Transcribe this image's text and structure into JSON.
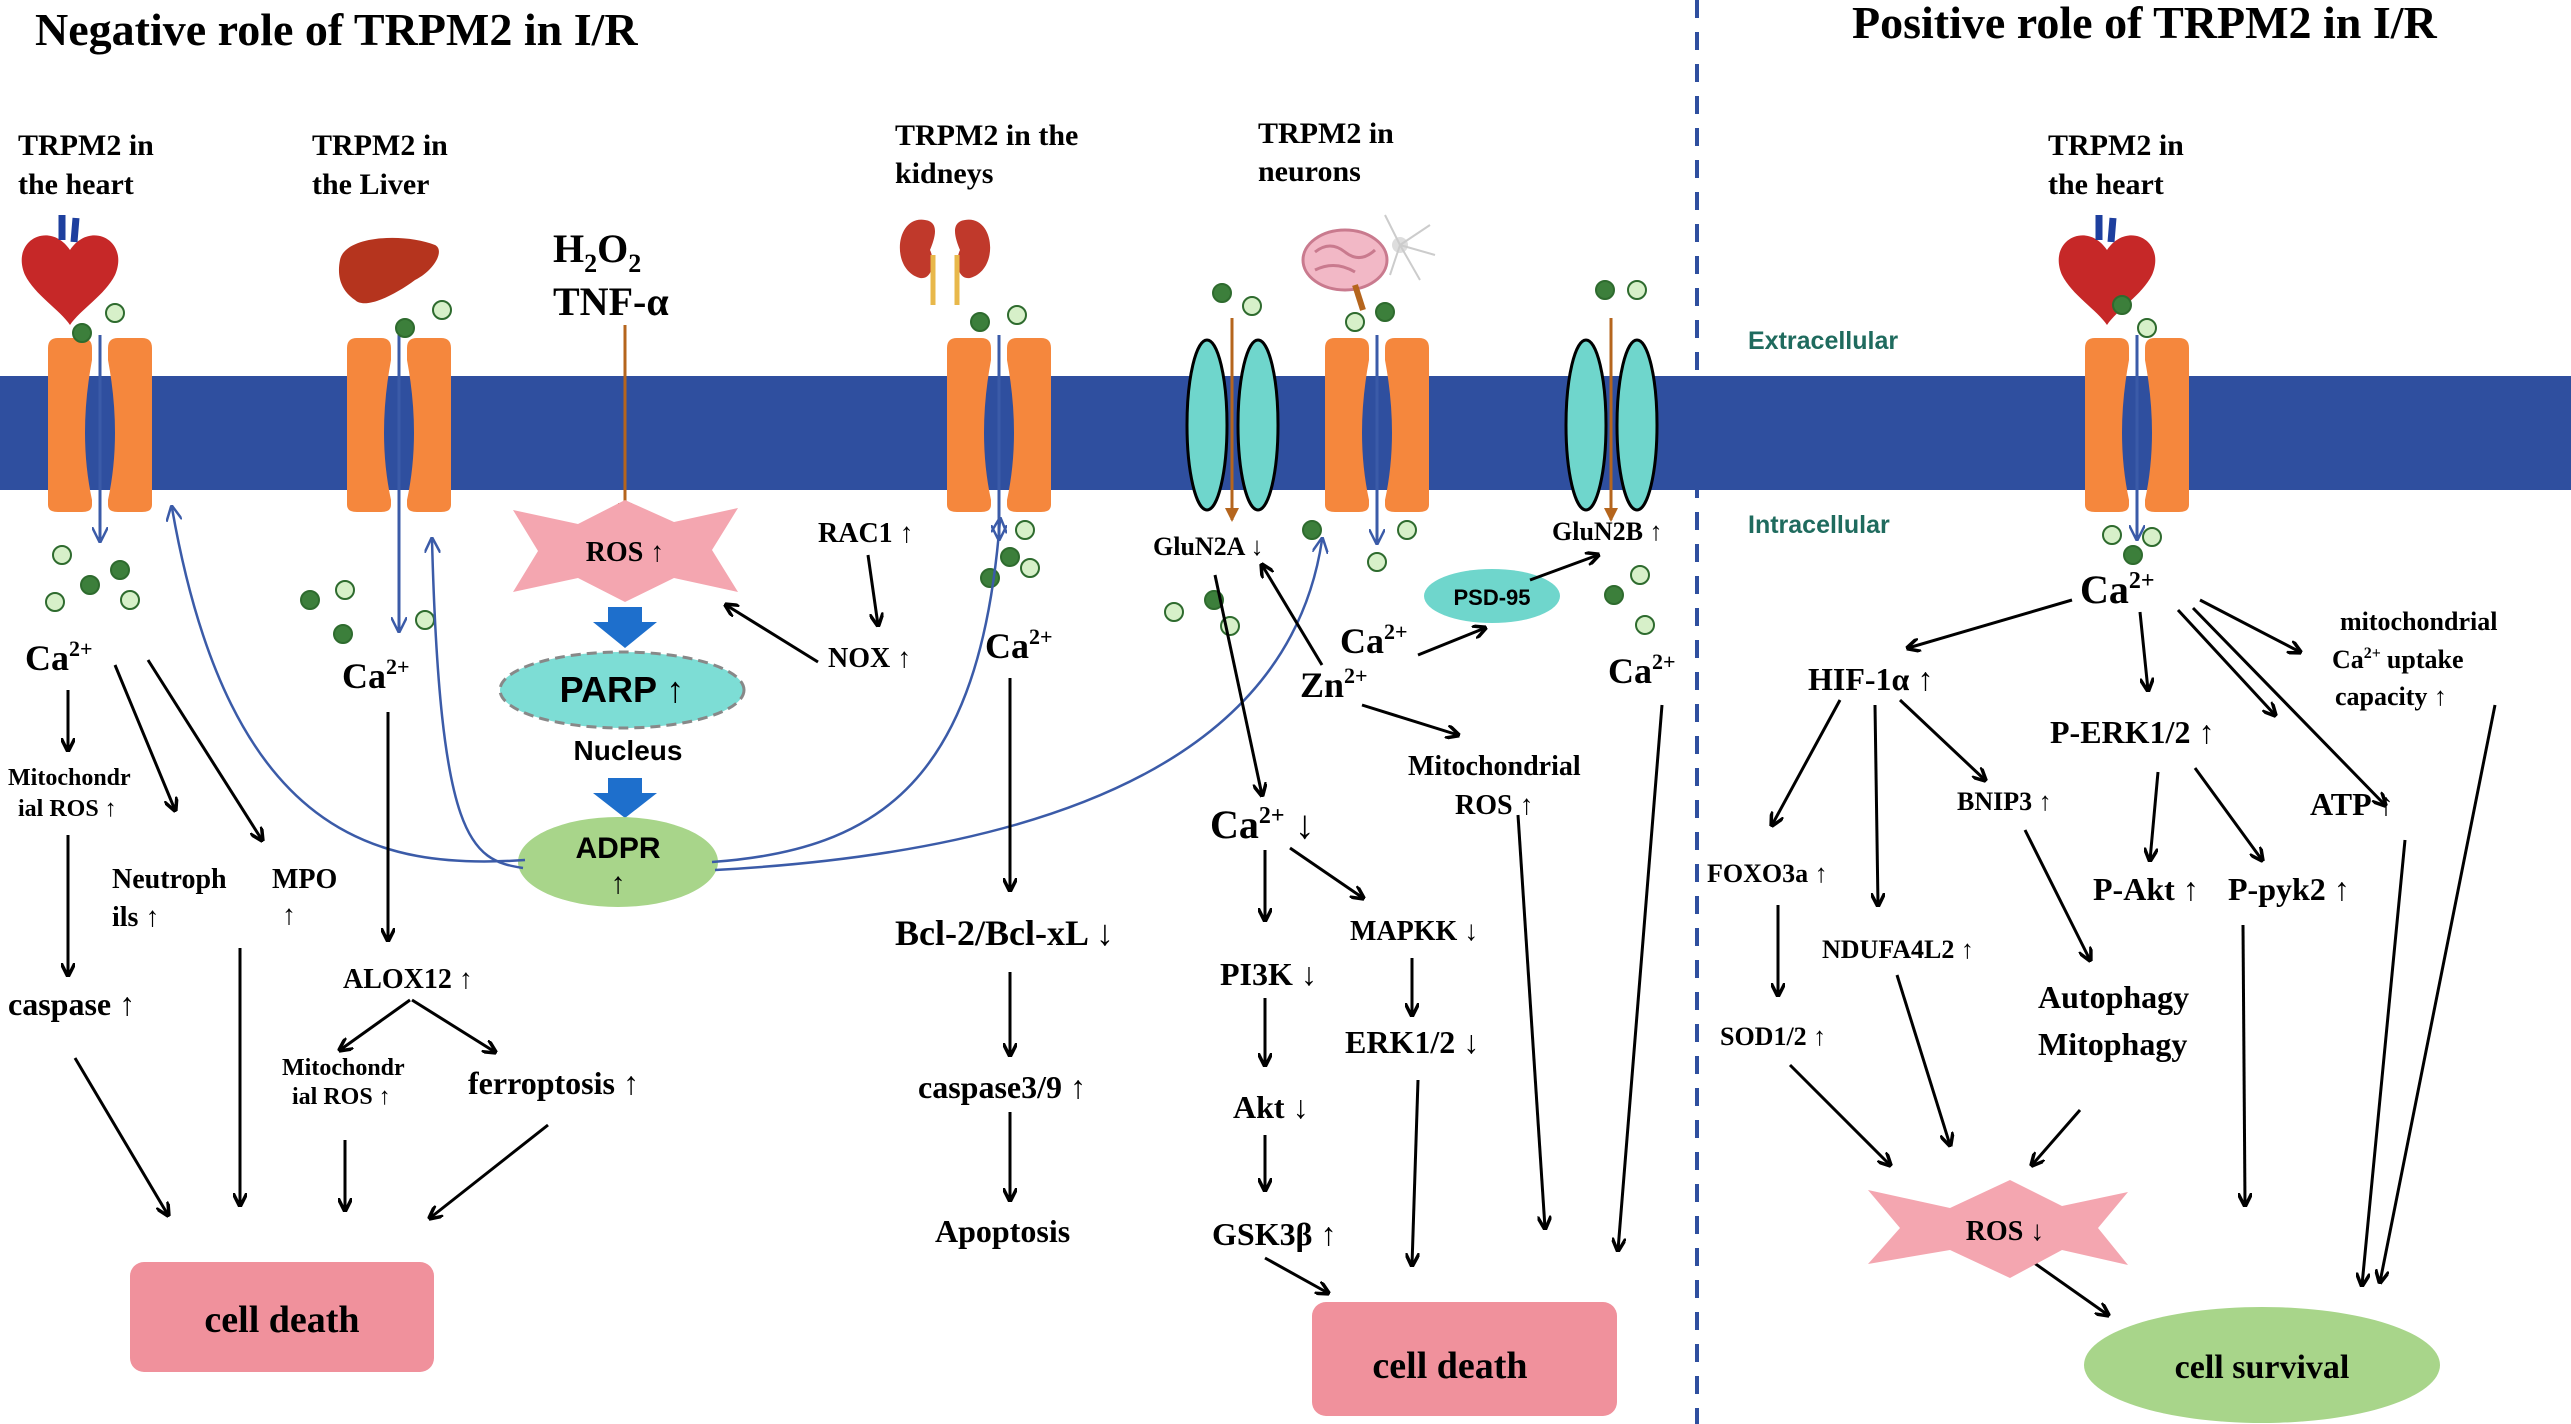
{
  "titles": {
    "negative": "Negative role of TRPM2 in I/R",
    "positive": "Positive role of TRPM2 in I/R"
  },
  "membrane": {
    "extracellular": "Extracellular",
    "intracellular": "Intracellular"
  },
  "organs": {
    "heart": [
      "TRPM2 in",
      "the heart"
    ],
    "liver": [
      "TRPM2 in",
      "the Liver"
    ],
    "kidneys": [
      "TRPM2 in the",
      "kidneys"
    ],
    "neurons": [
      "TRPM2 in",
      "neurons"
    ],
    "heart_pos": [
      "TRPM2 in",
      "the heart"
    ]
  },
  "stimuli": {
    "h2o2": "H",
    "h2o2_sub": "2",
    "h2o2_o": "O",
    "tnf": "TNF-α"
  },
  "labels": {
    "ros": "ROS ↑",
    "parp": "PARP ↑",
    "nucleus": "Nucleus",
    "adpr": "ADPR",
    "adpr_arrow": "↑",
    "rac1": "RAC1 ↑",
    "nox": "NOX ↑",
    "ca": "Ca",
    "ca_sup": "2+",
    "heart_mito_ros": [
      "Mitochondr",
      "ial ROS ↑"
    ],
    "neutrophils": [
      "Neutroph",
      "ils ↑"
    ],
    "mpo": [
      "MPO",
      "↑"
    ],
    "caspase": "caspase ↑",
    "alox12": "ALOX12 ↑",
    "liver_mito_ros": [
      "Mitochondr",
      "ial ROS ↑"
    ],
    "ferroptosis": "ferroptosis ↑",
    "cell_death": "cell death",
    "bcl": "Bcl-2/Bcl-xL ↓",
    "caspase39": "caspase3/9 ↑",
    "apoptosis": "Apoptosis",
    "glun2a": "GluN2A ↓",
    "glun2b": "GluN2B ↑",
    "psd95": "PSD-95",
    "zn": "Zn",
    "mito_ros_neuron": [
      "Mitochondrial",
      "ROS ↑"
    ],
    "ca_down": "↓",
    "pi3k": "PI3K ↓",
    "akt": "Akt ↓",
    "gsk3b": "GSK3β ↑",
    "mapkk": "MAPKK ↓",
    "erk": "ERK1/2 ↓",
    "hif": "HIF-1α ↑",
    "perk": "P-ERK1/2 ↑",
    "mito_uptake": [
      "mitochondrial",
      "uptake",
      "capacity ↑"
    ],
    "bnip3": "BNIP3 ↑",
    "foxo3a": "FOXO3a ↑",
    "ndufa": "NDUFA4L2 ↑",
    "sod": "SOD1/2 ↑",
    "autophagy": "Autophagy",
    "mitophagy": "Mitophagy",
    "pakt": "P-Akt ↑",
    "ppyk2": "P-pyk2 ↑",
    "atp": "ATP ↑",
    "ros_down": "ROS ↓",
    "cell_survival": "cell survival"
  },
  "colors": {
    "membrane": "#2F4F9F",
    "channel": "#F5873D",
    "glun": "#6FD6CC",
    "ros_star": "#F4A6B0",
    "parp": "#7DDDD5",
    "adpr": "#A8D58A",
    "cell_death": "#F0919C",
    "survival": "#A8D58A",
    "ion_dark": "#3C7F3B",
    "ion_light": "#D7F0C9",
    "signal_line": "#3B5BA8",
    "stimulus_line": "#B5651D",
    "divider": "#2F4F9F",
    "region_label": "#1F6B5E"
  }
}
